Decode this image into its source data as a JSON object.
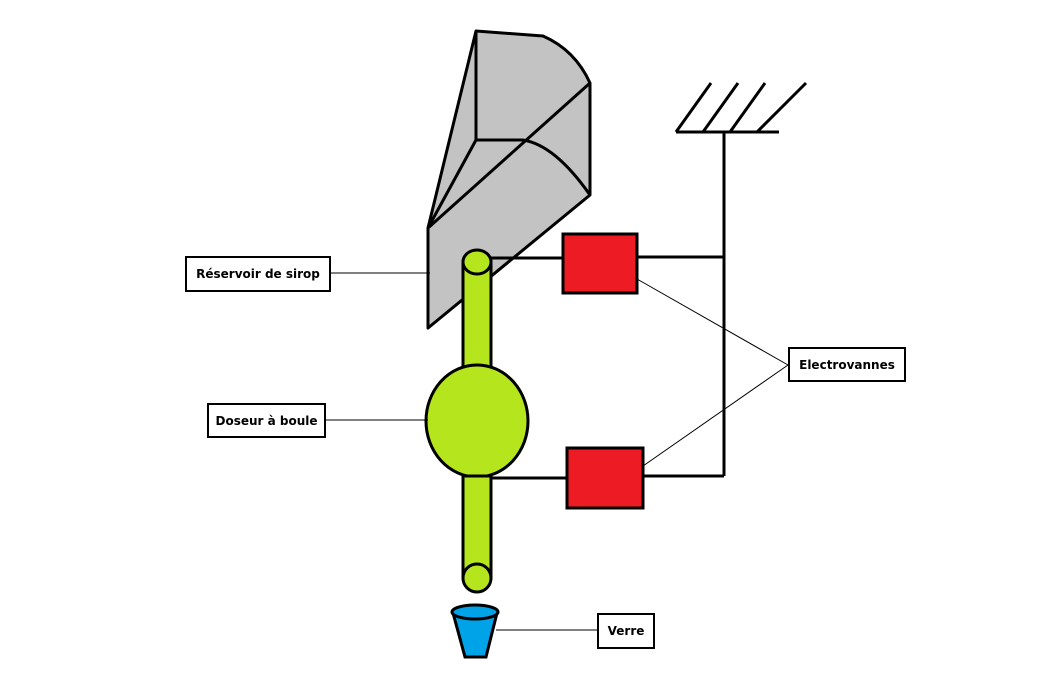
{
  "labels": {
    "reservoir": "Réservoir de sirop",
    "doser": "Doseur à boule",
    "valves": "Electrovannes",
    "glass": "Verre"
  },
  "colors": {
    "reservoir_fill": "#c3c3c3",
    "tube_fill": "#b5e61d",
    "valve_fill": "#ed1c24",
    "glass_fill": "#00a2e8",
    "stroke": "#000000"
  }
}
